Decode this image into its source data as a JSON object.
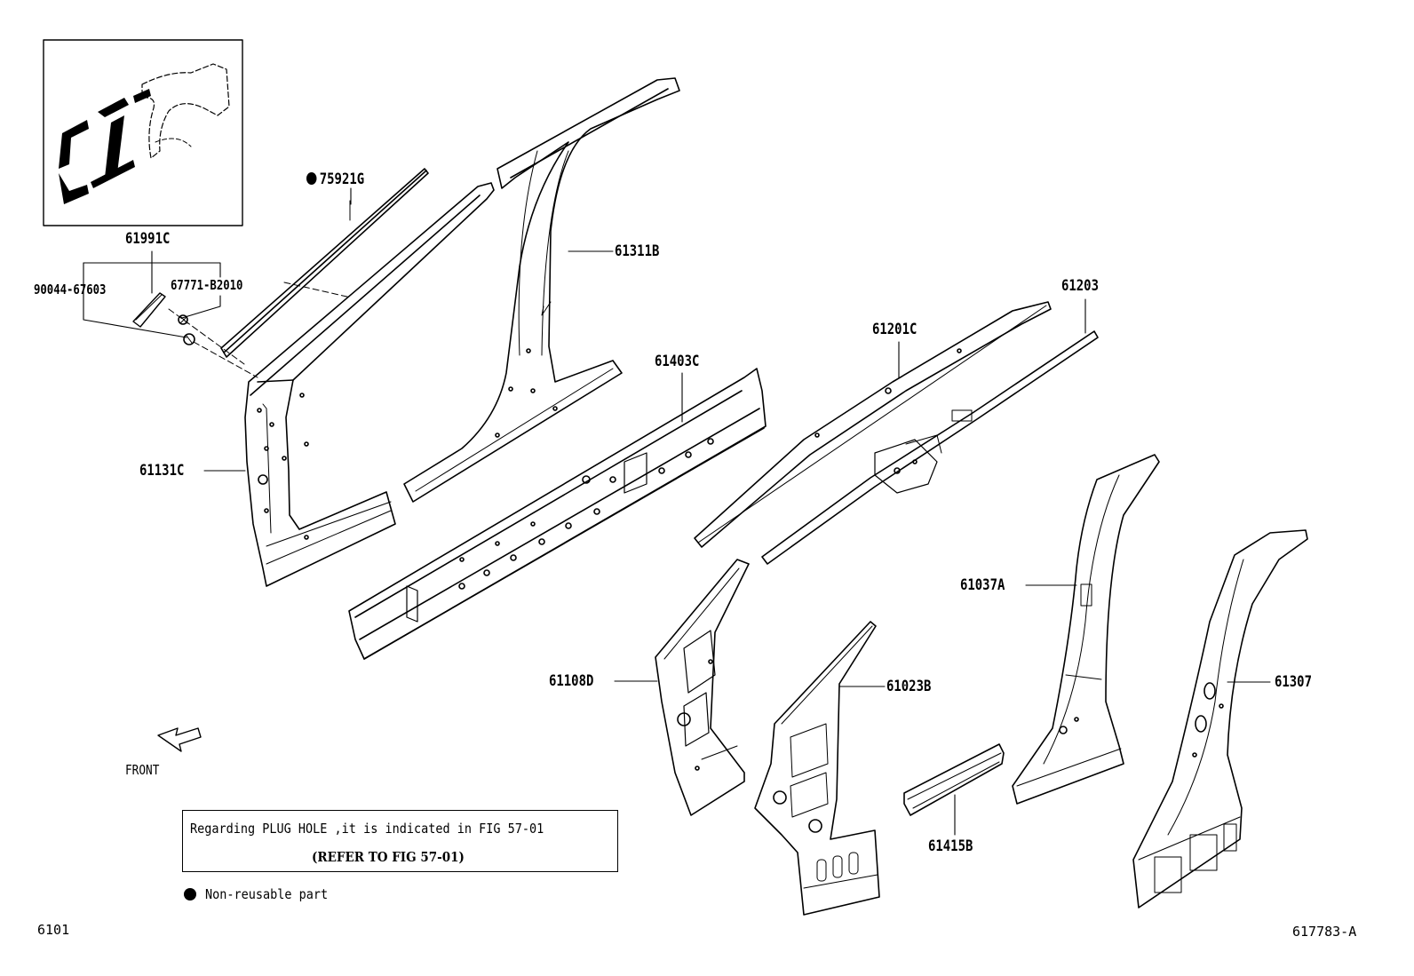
{
  "figure_code": "617783-A",
  "page_code": "6101",
  "front_label": "FRONT",
  "note": {
    "line1": "Regarding PLUG HOLE ,it is indicated in FIG 57-01",
    "line2": "(REFER TO FIG 57-01)"
  },
  "legend": {
    "symbol": "non-reusable-dot",
    "text": "Non-reusable part"
  },
  "parts": [
    {
      "id": "75921G",
      "label": "75921G",
      "non_reusable": true
    },
    {
      "id": "61991C",
      "label": "61991C",
      "non_reusable": false
    },
    {
      "id": "90044-67603",
      "label": "90044-67603",
      "non_reusable": false
    },
    {
      "id": "67771-B2010",
      "label": "67771-B2010",
      "non_reusable": false
    },
    {
      "id": "61311B",
      "label": "61311B",
      "non_reusable": false
    },
    {
      "id": "61131C",
      "label": "61131C",
      "non_reusable": false
    },
    {
      "id": "61403C",
      "label": "61403C",
      "non_reusable": false
    },
    {
      "id": "61201C",
      "label": "61201C",
      "non_reusable": false
    },
    {
      "id": "61203",
      "label": "61203",
      "non_reusable": false
    },
    {
      "id": "61037A",
      "label": "61037A",
      "non_reusable": false
    },
    {
      "id": "61108D",
      "label": "61108D",
      "non_reusable": false
    },
    {
      "id": "61023B",
      "label": "61023B",
      "non_reusable": false
    },
    {
      "id": "61307",
      "label": "61307",
      "non_reusable": false
    },
    {
      "id": "61415B",
      "label": "61415B",
      "non_reusable": false
    }
  ]
}
